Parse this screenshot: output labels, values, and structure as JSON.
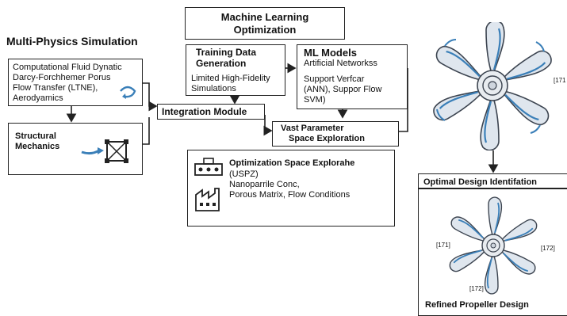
{
  "ml_optimization": {
    "title_line1": "Machine Learning",
    "title_line2": "Optimization"
  },
  "multiphysics": {
    "title": "Multi-Physics Simulation",
    "cfd_lines": [
      "Computational Fluid Dynatic",
      "Darcy-Forchhemer Porus",
      "Flow Transfer (LTNE),",
      "Aerodyamics"
    ],
    "structural_line1": "Structural",
    "structural_line2": "Mechanics"
  },
  "training": {
    "title_line1": "Training Data",
    "title_line2": "Generation",
    "body_line1": "Limited High-Fidelity",
    "body_line2": "Simulations"
  },
  "ml_models": {
    "title": "ML Models",
    "line1": "Artificial Networkss",
    "line2": "Support Verfcar",
    "line3": "(ANN), Suppor Flow",
    "line4": "SVM)"
  },
  "integration": {
    "title": "Integration Module"
  },
  "vast": {
    "line1": "Vast Parameter",
    "line2": "Space Exploration"
  },
  "opt_space": {
    "title": "Optimization Space Explorahe",
    "line1": "(USPZ)",
    "line2": "Nanoparrile Conc,",
    "line3": "Porous Matrix, Flow Conditions"
  },
  "optimal": {
    "title": "Optimal Design Identifation"
  },
  "refined": {
    "title": "Refined Propeller Design"
  },
  "refs": {
    "top_right": "[171",
    "left": "[171]",
    "right": "[172]",
    "bottom": "[172]"
  },
  "colors": {
    "stroke": "#222222",
    "accent_blue": "#3a7fb8",
    "blade_fill": "#dfe6ee"
  },
  "icons": [
    "curved-arrow-icon",
    "structure-icon",
    "control-panel-icon",
    "factory-icon"
  ]
}
